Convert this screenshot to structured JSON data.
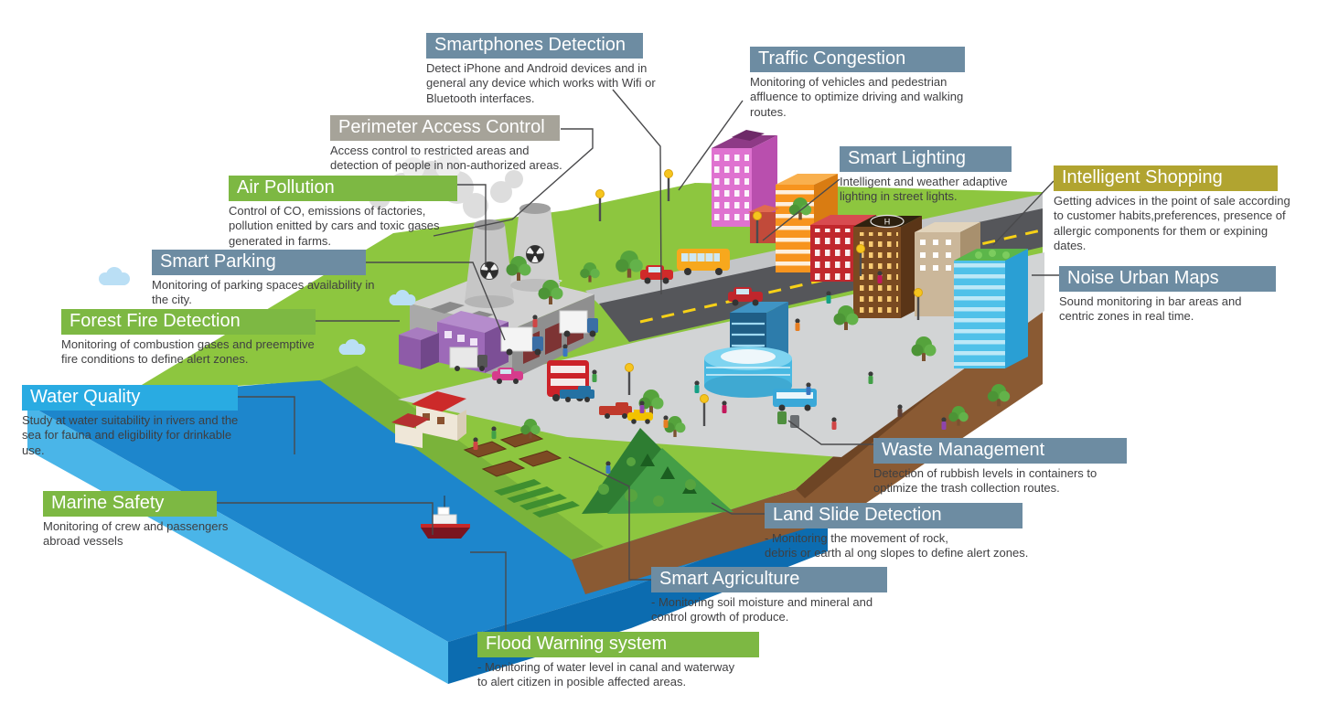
{
  "colors": {
    "header_bluegray": "#6d8ca2",
    "header_green": "#7db843",
    "header_cyan": "#29abe2",
    "header_olive": "#b1a430",
    "header_taupe": "#a6a399",
    "desc_text": "#3f3f41",
    "sea_top": "#1d86cc",
    "land_green": "#8dc63f",
    "soil_brown": "#8a5a33",
    "road_gray": "#55565a"
  },
  "scene": {
    "hotel_helipad_letter": "H"
  },
  "labels": [
    {
      "id": "smartphones-detection",
      "theme": "bluegray",
      "title": "Smartphones Detection",
      "desc": "Detect iPhone and Android devices and in general any device which works with Wifi or Bluetooth interfaces."
    },
    {
      "id": "traffic-congestion",
      "theme": "bluegray",
      "title": "Traffic Congestion",
      "desc": "Monitoring of vehicles and pedestrian affluence to optimize driving and walking routes."
    },
    {
      "id": "perimeter-access-control",
      "theme": "taupe",
      "title": "Perimeter Access Control",
      "desc": "Access control to restricted areas and detection of people in non-authorized areas."
    },
    {
      "id": "air-pollution",
      "theme": "green",
      "title": "Air Pollution",
      "desc": "Control of CO, emissions of factories, pollution enitted by cars and toxic gases generated in farms."
    },
    {
      "id": "smart-parking",
      "theme": "bluegray",
      "title": "Smart Parking",
      "desc": "Monitoring of parking spaces availability in the city."
    },
    {
      "id": "forest-fire-detection",
      "theme": "green",
      "title": "Forest Fire Detection",
      "desc": "Monitoring of combustion gases and preemptive fire conditions to define alert zones."
    },
    {
      "id": "water-quality",
      "theme": "cyan",
      "title": "Water Quality",
      "desc": "Study at water suitability in rivers and the sea for fauna and eligibility for drinkable use."
    },
    {
      "id": "marine-safety",
      "theme": "green",
      "title": "Marine Safety",
      "desc": "Monitoring of crew and passengers abroad vessels"
    },
    {
      "id": "smart-lighting",
      "theme": "bluegray",
      "title": "Smart Lighting",
      "desc": "Intelligent and weather adaptive lighting in street lights."
    },
    {
      "id": "intelligent-shopping",
      "theme": "olive",
      "title": "Intelligent Shopping",
      "desc": "Getting advices in the point of sale according to customer habits,preferences, presence of allergic components for them or expining dates."
    },
    {
      "id": "noise-urban-maps",
      "theme": "bluegray",
      "title": "Noise Urban Maps",
      "desc": "Sound monitoring in bar areas and centric zones in real time."
    },
    {
      "id": "waste-management",
      "theme": "bluegray",
      "title": "Waste Management",
      "desc": "Detection of rubbish levels in containers to optimize the trash collection routes."
    },
    {
      "id": "land-slide-detection",
      "theme": "bluegray",
      "title": "Land Slide Detection",
      "desc": "- Monitoring the movement of rock,\ndebris or earth al ong slopes to define alert zones."
    },
    {
      "id": "smart-agriculture",
      "theme": "bluegray",
      "title": "Smart Agriculture",
      "desc": "- Monitoring soil moisture and mineral and control growth of produce."
    },
    {
      "id": "flood-warning-system",
      "theme": "green",
      "title": "Flood Warning system",
      "desc": "- Monitoring of water level in canal and waterway\n to alert citizen in posible affected areas."
    }
  ]
}
